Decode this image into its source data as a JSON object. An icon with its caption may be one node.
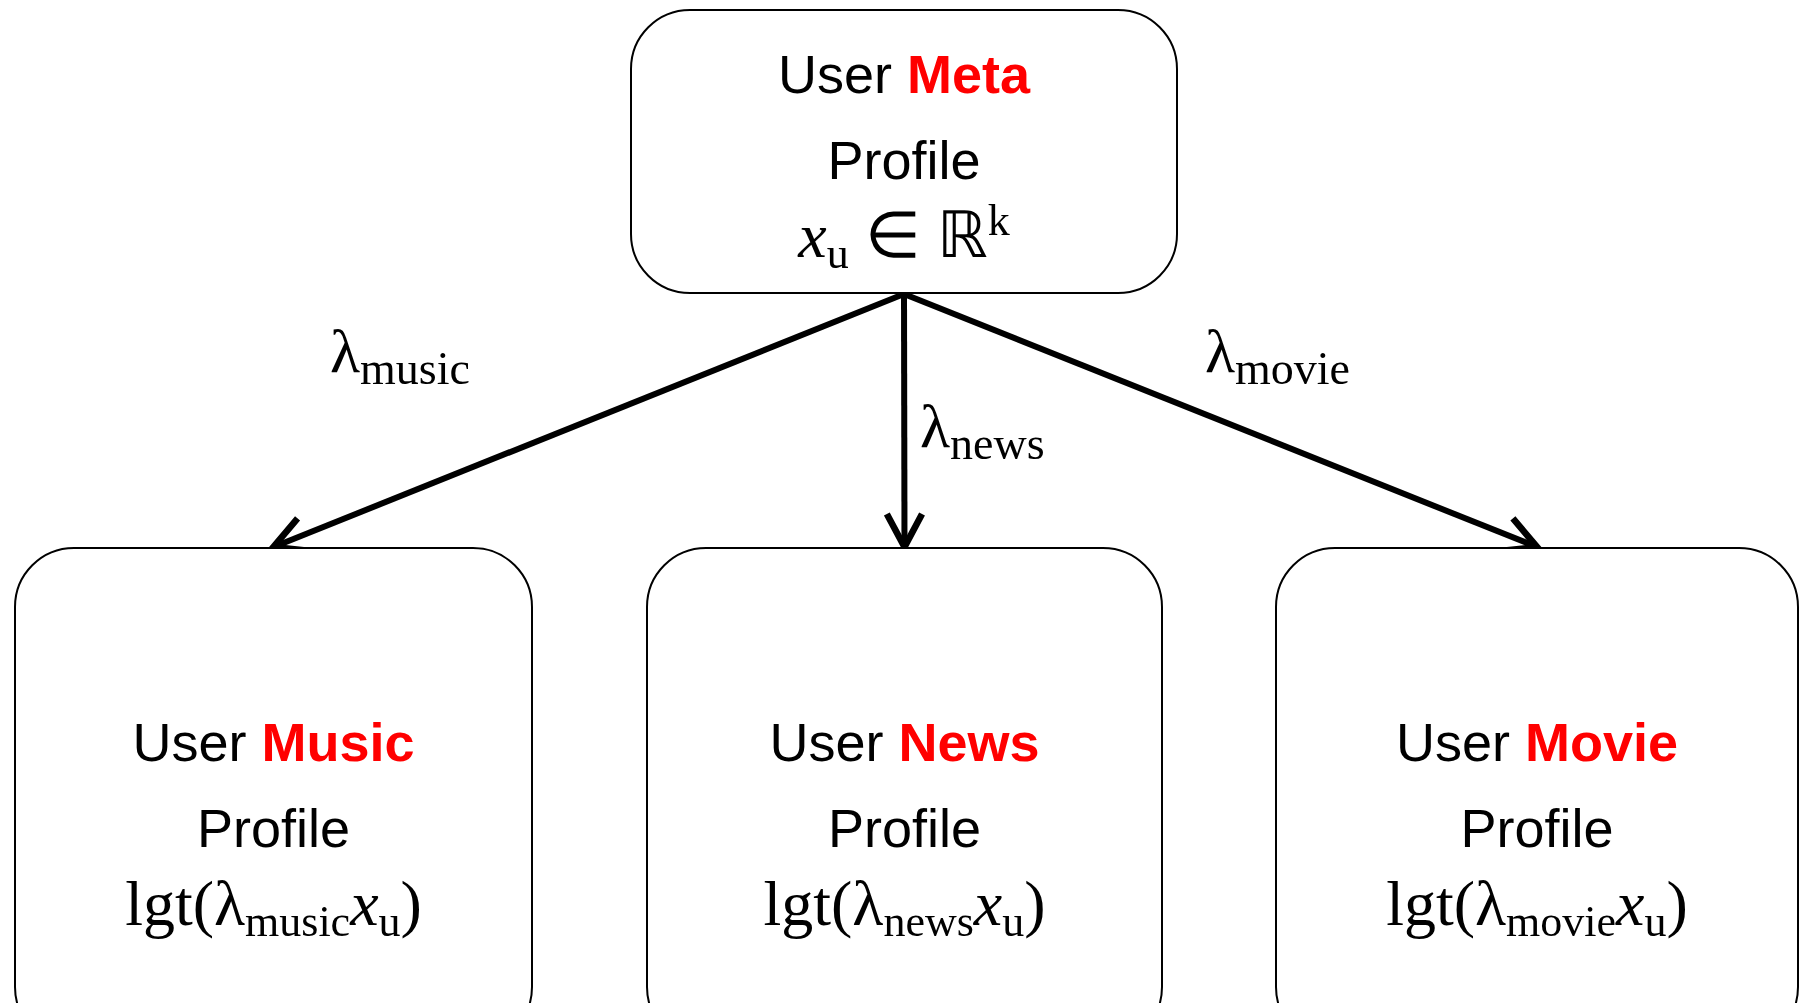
{
  "diagram": {
    "nodes": [
      {
        "text": [
          "User **Meta** Profile",
          "*x*$_{u}$ ∈ ℝ$^{k}$"
        ]
      },
      {
        "text": [
          "User **Music** Profile",
          "lgt(λ$_{music}$*x*$_{u}$)"
        ]
      },
      {
        "text": [
          "User **News** Profile",
          "lgt(λ$_{news}$*x*$_{u}$)"
        ]
      },
      {
        "text": [
          "User **Movie** Profile",
          "lgt(λ$_{movie}$*x*$_{u}$)"
        ]
      }
    ],
    "edges": [
      {
        "from": 0,
        "to": 1,
        "arrow": "to",
        "label": "λ$_{music}$"
      },
      {
        "from": 0,
        "to": 2,
        "arrow": "to",
        "label": "λ$_{news}$"
      },
      {
        "from": 0,
        "to": 3,
        "arrow": "to",
        "label": "λ$_{movie}$"
      }
    ]
  }
}
